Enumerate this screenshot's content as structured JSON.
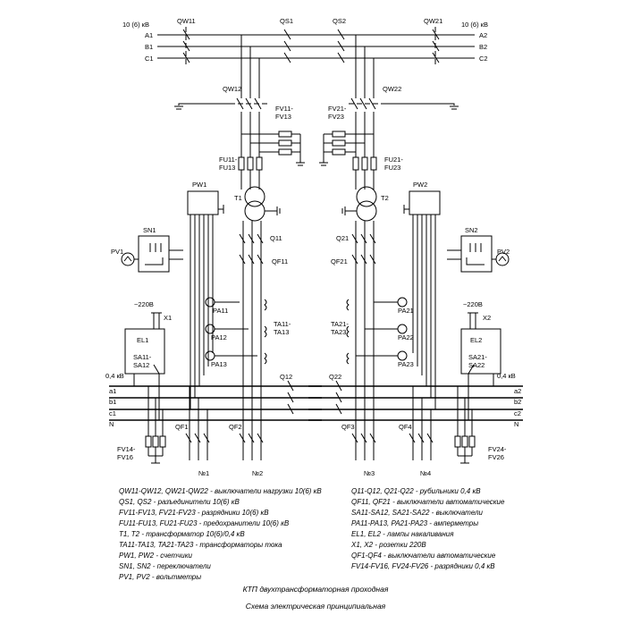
{
  "labels": {
    "volt_left": "10 (6) кВ",
    "volt_right": "10 (6) кВ",
    "a1": "A1",
    "b1": "B1",
    "c1": "C1",
    "a2": "A2",
    "b2": "B2",
    "c2": "C2",
    "qw11": "QW11",
    "qs1": "QS1",
    "qs2": "QS2",
    "qw21": "QW21",
    "qw12": "QW12",
    "qw22": "QW22",
    "fv11": "FV11-",
    "fv13": "FV13",
    "fv21": "FV21-",
    "fv23": "FV23",
    "fu11": "FU11-",
    "fu13": "FU13",
    "fu21": "FU21-",
    "fu23": "FU23",
    "pw1": "PW1",
    "pw2": "PW2",
    "t1": "T1",
    "t2": "T2",
    "sn1": "SN1",
    "sn2": "SN2",
    "pv1": "PV1",
    "pv2": "PV2",
    "q11": "Q11",
    "q21": "Q21",
    "qf11": "QF11",
    "qf21": "QF21",
    "pa11": "PA11",
    "pa12": "PA12",
    "pa13": "PA13",
    "pa21": "PA21",
    "pa22": "PA22",
    "pa23": "PA23",
    "ta11": "TA11-",
    "ta13": "TA13",
    "ta21": "TA21-",
    "ta23": "TA23",
    "v220_l": "~220В",
    "v220_r": "~220В",
    "x1": "X1",
    "x2": "X2",
    "el1": "EL1",
    "el2": "EL2",
    "sa11": "SA11-",
    "sa12": "SA12",
    "sa21": "SA21-",
    "sa22": "SA22",
    "v04_l": "0,4 кВ",
    "v04_r": "0,4 кВ",
    "bus_a1": "a1",
    "bus_b1": "b1",
    "bus_c1": "c1",
    "bus_n_l": "N",
    "bus_a2": "a2",
    "bus_b2": "b2",
    "bus_c2": "c2",
    "bus_n_r": "N",
    "q12": "Q12",
    "q22": "Q22",
    "qf1": "QF1",
    "qf2": "QF2",
    "qf3": "QF3",
    "qf4": "QF4",
    "fv14": "FV14-",
    "fv16": "FV16",
    "fv24": "FV24-",
    "fv26": "FV26",
    "n1": "№1",
    "n2": "№2",
    "n3": "№3",
    "n4": "№4"
  },
  "legend_left": [
    "QW11-QW12, QW21-QW22 - выключатели нагрузки 10(6) кВ",
    "QS1, QS2 - разъединители 10(6) кВ",
    "FV11-FV13, FV21-FV23 - разрядники 10(6) кВ",
    "FU11-FU13, FU21-FU23 - предохранители 10(6) кВ",
    "T1, T2 - трансформатор 10(6)/0,4 кВ",
    "TA11-TA13, TA21-TA23 - трансформаторы тока",
    "PW1, PW2 - счетчики",
    "SN1, SN2 - переключатели",
    "PV1, PV2 - вольтметры"
  ],
  "legend_right": [
    "Q11-Q12, Q21-Q22 - рубильники 0,4 кВ",
    "QF11, QF21 - выключатели автоматические",
    "SA11-SA12, SA21-SA22 - выключатели",
    "PA11-PA13, PA21-PA23 - амперметры",
    "EL1, EL2 - лампы накаливания",
    "X1, X2 - розетки 220В",
    "QF1-QF4 - выключатели автоматические",
    "FV14-FV16, FV24-FV26 - разрядники 0,4 кВ"
  ],
  "title_line1": "КТП двухтрансформаторная проходная",
  "title_line2": "Схема электрическая принципиальная"
}
